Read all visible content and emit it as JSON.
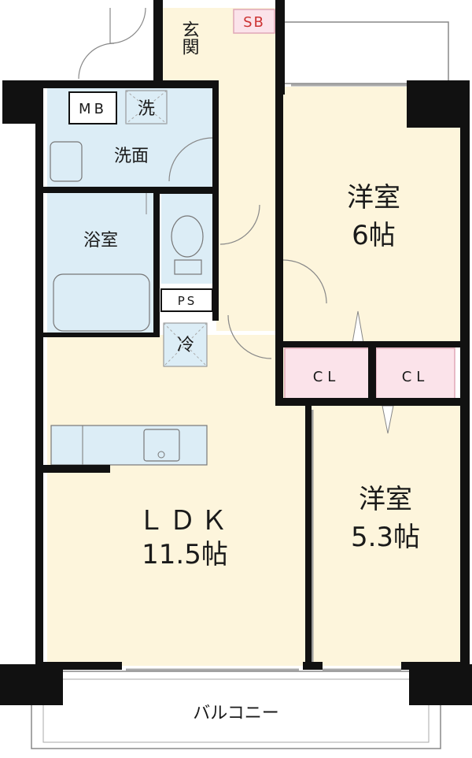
{
  "rooms": {
    "entrance": "玄関",
    "shoe_box": "SB",
    "meter_box": "MB",
    "washer": "洗",
    "washroom": "洗面",
    "bathroom": "浴室",
    "pipe_space": "PS",
    "fridge": "冷",
    "bedroom1_name": "洋室",
    "bedroom1_size": "6帖",
    "closet1": "CL",
    "closet2": "CL",
    "bedroom2_name": "洋室",
    "bedroom2_size": "5.3帖",
    "ldk_name": "ＬＤＫ",
    "ldk_size": "11.5帖",
    "balcony": "バルコニー"
  },
  "colors": {
    "living": "#fdf5dc",
    "wet": "#dcedf6",
    "closet": "#fbe3ea",
    "closet_border": "#e0a7b7",
    "wall": "#111111"
  }
}
